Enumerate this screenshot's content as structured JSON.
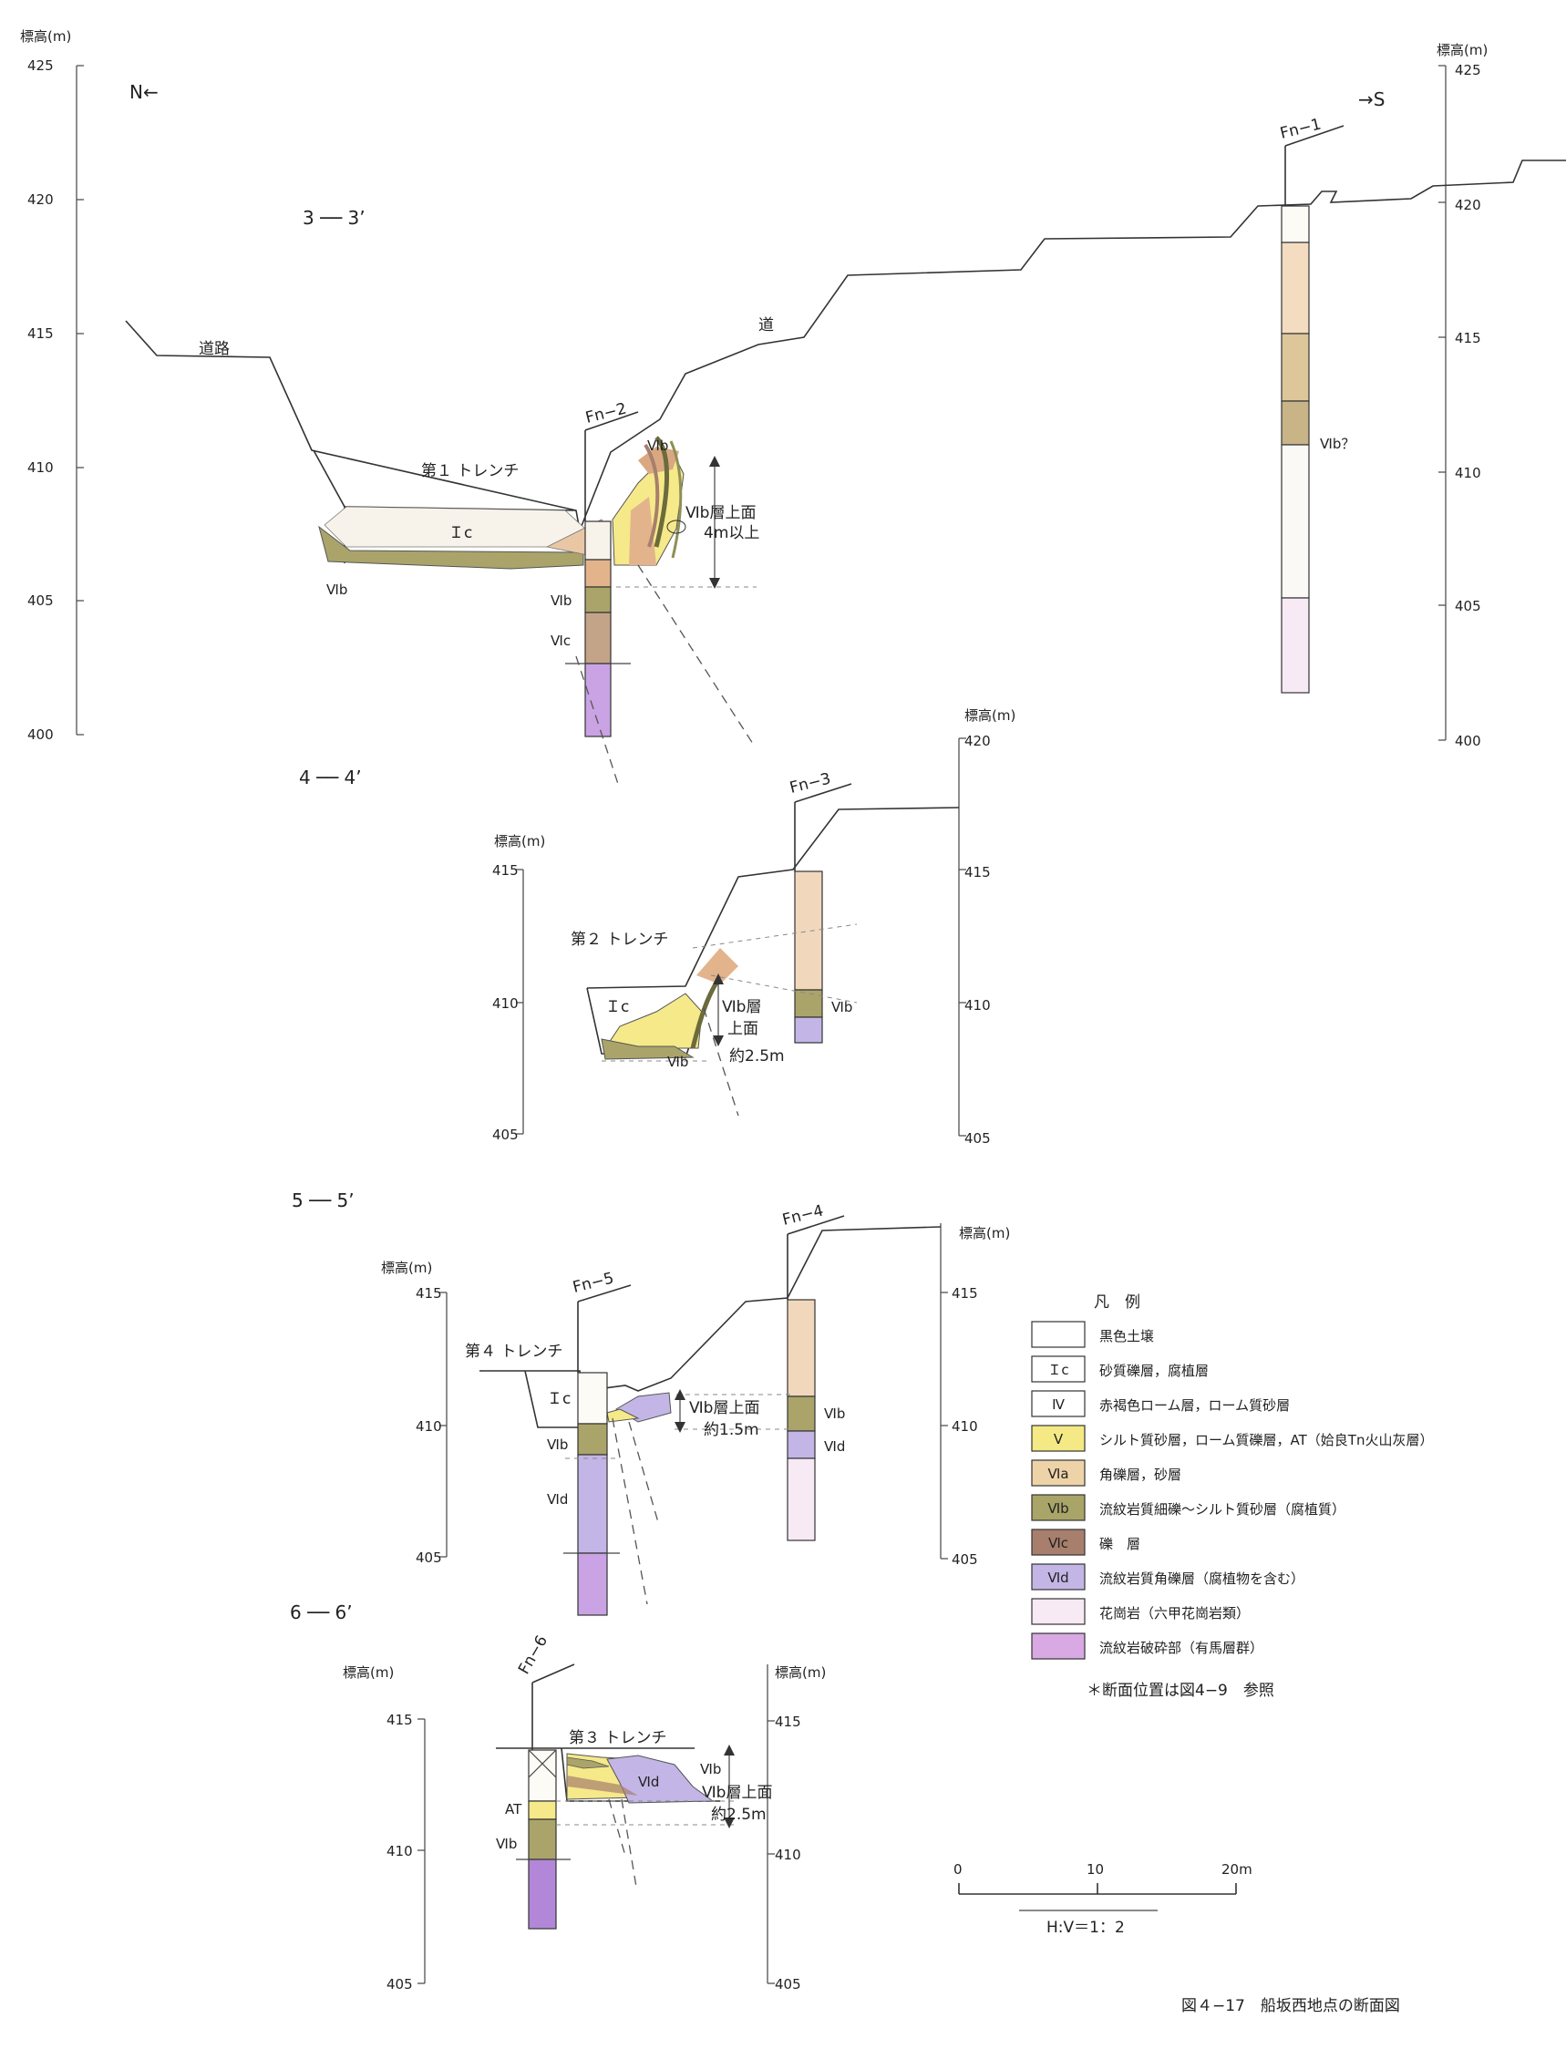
{
  "axis_label": "標高(m)",
  "sections": {
    "s33": {
      "label": "3 ── 3’",
      "north": "N←",
      "south": "→S",
      "ticks_left": [
        "425",
        "420",
        "415",
        "410",
        "405",
        "400"
      ],
      "ticks_right": [
        "425",
        "420",
        "415",
        "410",
        "405",
        "400"
      ]
    },
    "s44": {
      "label": "4 ── 4’",
      "ticks_left": [
        "415",
        "410",
        "405"
      ],
      "ticks_right": [
        "420",
        "415",
        "410",
        "405"
      ]
    },
    "s55": {
      "label": "5 ── 5’",
      "ticks_left": [
        "415",
        "410",
        "405"
      ],
      "ticks_right": [
        "415",
        "410",
        "405"
      ]
    },
    "s66": {
      "label": "6 ── 6’",
      "ticks_left": [
        "415",
        "410",
        "405"
      ],
      "ticks_right": [
        "415",
        "410",
        "405"
      ]
    }
  },
  "annotations": {
    "road": "道路",
    "road2": "道",
    "trench1": "第１ トレンチ",
    "trench2": "第２ トレンチ",
    "trench3": "第３ トレンチ",
    "trench4": "第４ トレンチ",
    "fn1": "Fn−1",
    "fn2": "Fn−2",
    "fn3": "Fn−3",
    "fn4": "Fn−4",
    "fn5": "Fn−5",
    "fn6": "Fn−6",
    "ic": "Ｉc",
    "vib": "Ⅵb",
    "vic": "Ⅵc",
    "vid": "Ⅵd",
    "vib_q": "Ⅵb？",
    "at": "AT",
    "top1_a": "Ⅵb層上面",
    "top1_b": "4m以上",
    "top2_a": "Ⅵb層",
    "top2_b": "上面",
    "top2_c": "約2.5m",
    "top3_a": "Ⅵb層上面",
    "top3_b": "約1.5m",
    "top4_a": "Ⅵb層上面",
    "top4_b": "約2.5m"
  },
  "legend": {
    "title": "凡　例",
    "items": [
      {
        "code": "",
        "text": "黒色土壌",
        "color": "#ffffff"
      },
      {
        "code": "Ｉc",
        "text": "砂質礫層，腐植層",
        "color": "#ffffff"
      },
      {
        "code": "Ⅳ",
        "text": "赤褐色ローム層，ローム質砂層",
        "color": "#ffffff"
      },
      {
        "code": "Ⅴ",
        "text": "シルト質砂層，ローム質礫層，AT（姶良Tn火山灰層）",
        "color": "#f4e985"
      },
      {
        "code": "Ⅵa",
        "text": "角礫層，砂層",
        "color": "#efd3a8"
      },
      {
        "code": "Ⅵb",
        "text": "流紋岩質細礫～シルト質砂層（腐植質）",
        "color": "#a9a468"
      },
      {
        "code": "Ⅵc",
        "text": "礫　層",
        "color": "#a77f6c"
      },
      {
        "code": "Ⅵd",
        "text": "流紋岩質角礫層（腐植物を含む）",
        "color": "#c3b6e6"
      },
      {
        "code": "",
        "text": "花崗岩（六甲花崗岩類）",
        "color": "#f8eaf4"
      },
      {
        "code": "",
        "text": "流紋岩破砕部（有馬層群）",
        "color": "#d8a9e2"
      }
    ],
    "note": "＊断面位置は図4−9　参照"
  },
  "scale": {
    "ticks": [
      "0",
      "10",
      "20m"
    ],
    "ratio": "H:V＝1：2"
  },
  "caption": "図４−17　船坂西地点の断面図"
}
